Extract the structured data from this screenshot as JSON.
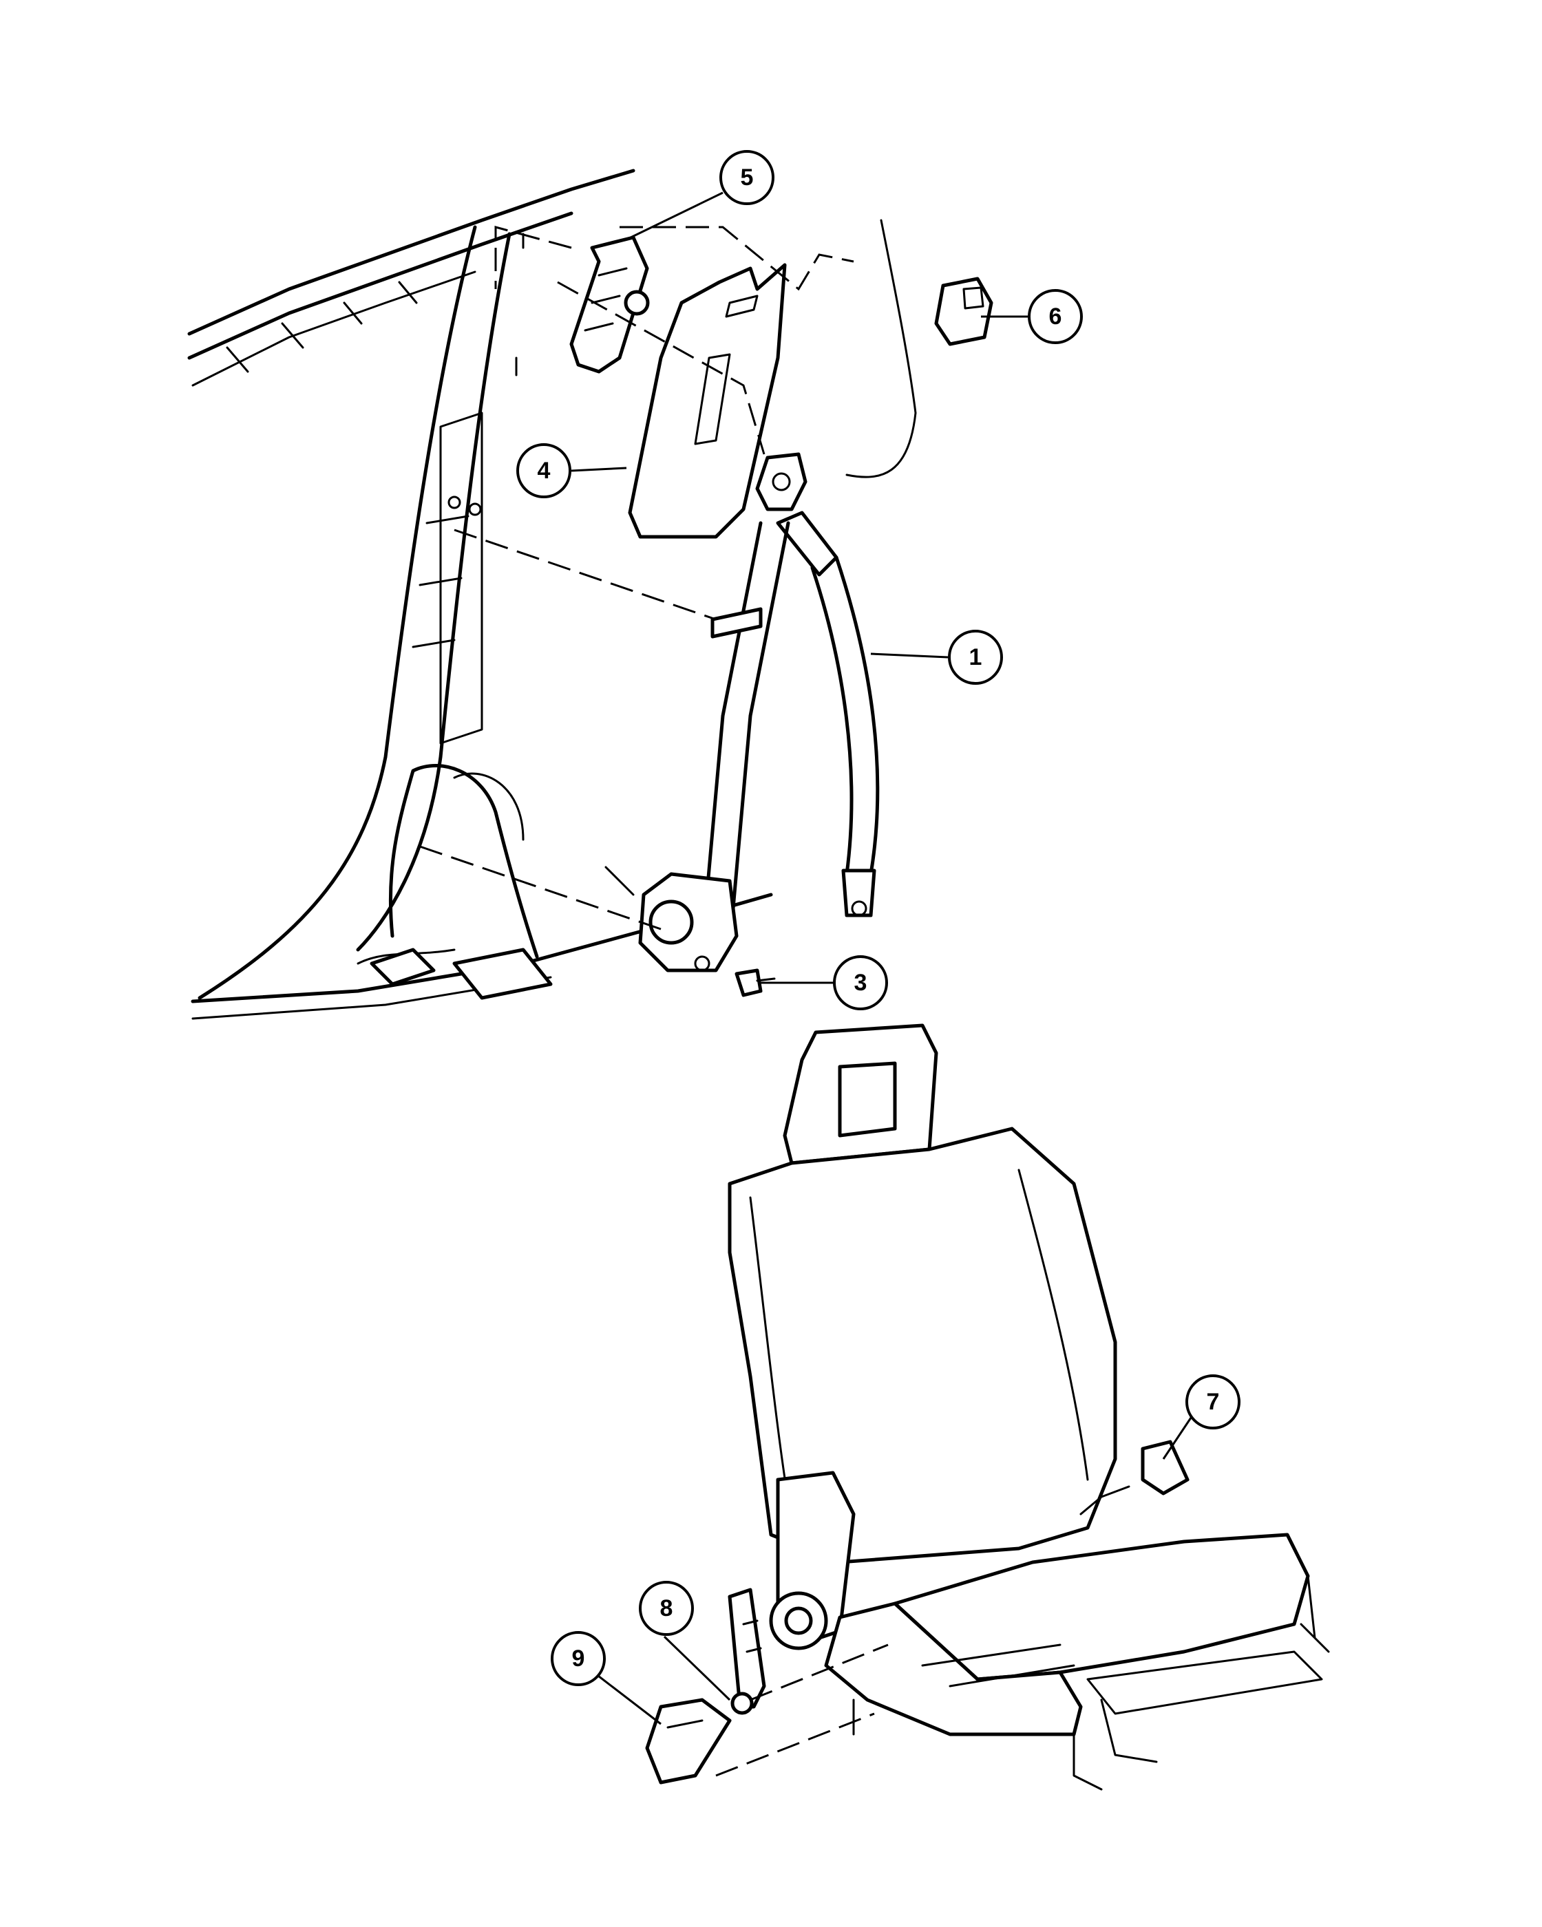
{
  "callouts": [
    {
      "id": "1",
      "label": "1"
    },
    {
      "id": "3",
      "label": "3"
    },
    {
      "id": "4",
      "label": "4"
    },
    {
      "id": "5",
      "label": "5"
    },
    {
      "id": "6",
      "label": "6"
    },
    {
      "id": "7",
      "label": "7"
    },
    {
      "id": "8",
      "label": "8"
    },
    {
      "id": "9",
      "label": "9"
    }
  ]
}
